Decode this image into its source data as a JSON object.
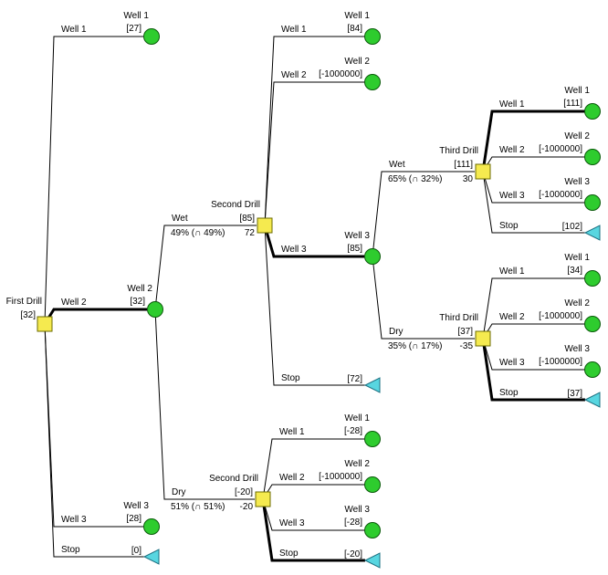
{
  "tree": {
    "root": {
      "type": "decision",
      "name": "First Drill",
      "value": "[32]",
      "children": [
        {
          "label": "Well 1",
          "node": {
            "type": "terminal",
            "shape": "circle",
            "name": "Well 1",
            "value": "[27]"
          }
        },
        {
          "label": "Well 2",
          "optimal": true,
          "node": {
            "type": "chance",
            "name": "Well 2",
            "value": "[32]",
            "children": [
              {
                "label": "Wet",
                "prob": "49% (∩ 49%)",
                "node": {
                  "type": "decision",
                  "name": "Second Drill",
                  "value": "[85]",
                  "extra": "72",
                  "children": [
                    {
                      "label": "Well 1",
                      "node": {
                        "type": "terminal",
                        "shape": "circle",
                        "name": "Well 1",
                        "value": "[84]"
                      }
                    },
                    {
                      "label": "Well 2",
                      "node": {
                        "type": "terminal",
                        "shape": "circle",
                        "name": "Well 2",
                        "value": "[-1000000]"
                      }
                    },
                    {
                      "label": "Well 3",
                      "optimal": true,
                      "node": {
                        "type": "chance",
                        "name": "Well 3",
                        "value": "[85]",
                        "children": [
                          {
                            "label": "Wet",
                            "prob": "65% (∩ 32%)",
                            "node": {
                              "type": "decision",
                              "name": "Third Drill",
                              "value": "[111]",
                              "extra": "30",
                              "children": [
                                {
                                  "label": "Well 1",
                                  "optimal": true,
                                  "node": {
                                    "type": "terminal",
                                    "shape": "circle",
                                    "name": "Well 1",
                                    "value": "[111]"
                                  }
                                },
                                {
                                  "label": "Well 2",
                                  "node": {
                                    "type": "terminal",
                                    "shape": "circle",
                                    "name": "Well 2",
                                    "value": "[-1000000]"
                                  }
                                },
                                {
                                  "label": "Well 3",
                                  "node": {
                                    "type": "terminal",
                                    "shape": "circle",
                                    "name": "Well 3",
                                    "value": "[-1000000]"
                                  }
                                },
                                {
                                  "label": "Stop",
                                  "node": {
                                    "type": "terminal",
                                    "shape": "triangle",
                                    "value": "[102]"
                                  }
                                }
                              ]
                            }
                          },
                          {
                            "label": "Dry",
                            "prob": "35% (∩ 17%)",
                            "node": {
                              "type": "decision",
                              "name": "Third Drill",
                              "value": "[37]",
                              "extra": "-35",
                              "children": [
                                {
                                  "label": "Well 1",
                                  "node": {
                                    "type": "terminal",
                                    "shape": "circle",
                                    "name": "Well 1",
                                    "value": "[34]"
                                  }
                                },
                                {
                                  "label": "Well 2",
                                  "node": {
                                    "type": "terminal",
                                    "shape": "circle",
                                    "name": "Well 2",
                                    "value": "[-1000000]"
                                  }
                                },
                                {
                                  "label": "Well 3",
                                  "node": {
                                    "type": "terminal",
                                    "shape": "circle",
                                    "name": "Well 3",
                                    "value": "[-1000000]"
                                  }
                                },
                                {
                                  "label": "Stop",
                                  "optimal": true,
                                  "node": {
                                    "type": "terminal",
                                    "shape": "triangle",
                                    "value": "[37]"
                                  }
                                }
                              ]
                            }
                          }
                        ]
                      }
                    },
                    {
                      "label": "Stop",
                      "node": {
                        "type": "terminal",
                        "shape": "triangle",
                        "value": "[72]"
                      }
                    }
                  ]
                }
              },
              {
                "label": "Dry",
                "prob": "51% (∩ 51%)",
                "node": {
                  "type": "decision",
                  "name": "Second Drill",
                  "value": "[-20]",
                  "extra": "-20",
                  "children": [
                    {
                      "label": "Well 1",
                      "node": {
                        "type": "terminal",
                        "shape": "circle",
                        "name": "Well 1",
                        "value": "[-28]"
                      }
                    },
                    {
                      "label": "Well 2",
                      "node": {
                        "type": "terminal",
                        "shape": "circle",
                        "name": "Well 2",
                        "value": "[-1000000]"
                      }
                    },
                    {
                      "label": "Well 3",
                      "node": {
                        "type": "terminal",
                        "shape": "circle",
                        "name": "Well 3",
                        "value": "[-28]"
                      }
                    },
                    {
                      "label": "Stop",
                      "optimal": true,
                      "node": {
                        "type": "terminal",
                        "shape": "triangle",
                        "value": "[-20]"
                      }
                    }
                  ]
                }
              }
            ]
          }
        },
        {
          "label": "Well 3",
          "node": {
            "type": "terminal",
            "shape": "circle",
            "name": "Well 3",
            "value": "[28]"
          }
        },
        {
          "label": "Stop",
          "node": {
            "type": "terminal",
            "shape": "triangle",
            "value": "[0]"
          }
        }
      ]
    }
  },
  "colors": {
    "decision_fill": "#f5ea4f",
    "chance_fill": "#2ecc2e",
    "terminal_fill": "#58d6e0",
    "line": "#000000"
  }
}
